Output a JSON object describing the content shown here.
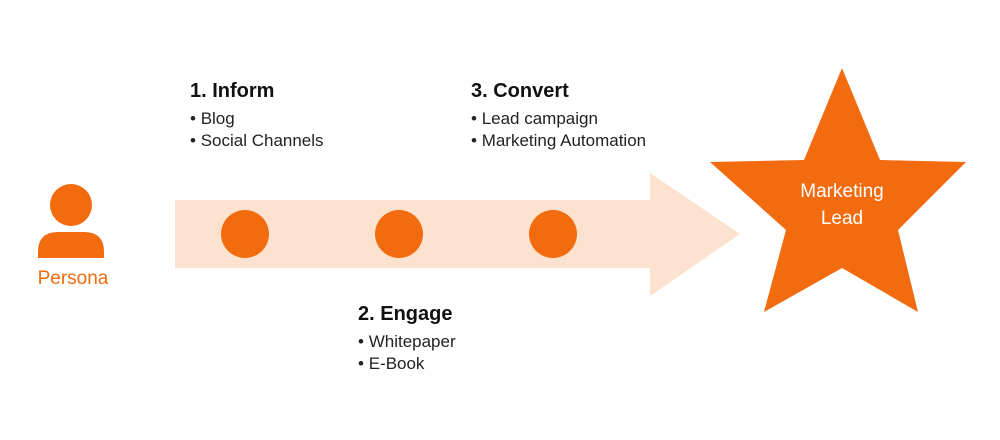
{
  "persona": {
    "label": "Persona",
    "icon": "person-icon"
  },
  "stages": [
    {
      "title": "1. Inform",
      "items": [
        "Blog",
        "Social Channels"
      ]
    },
    {
      "title": "2. Engage",
      "items": [
        "Whitepaper",
        "E-Book"
      ]
    },
    {
      "title": "3. Convert",
      "items": [
        "Lead campaign",
        "Marketing Automation"
      ]
    }
  ],
  "goal": {
    "line1": "Marketing",
    "line2": "Lead"
  },
  "colors": {
    "accent": "#f26b0f",
    "arrow": "#fde3cf"
  }
}
